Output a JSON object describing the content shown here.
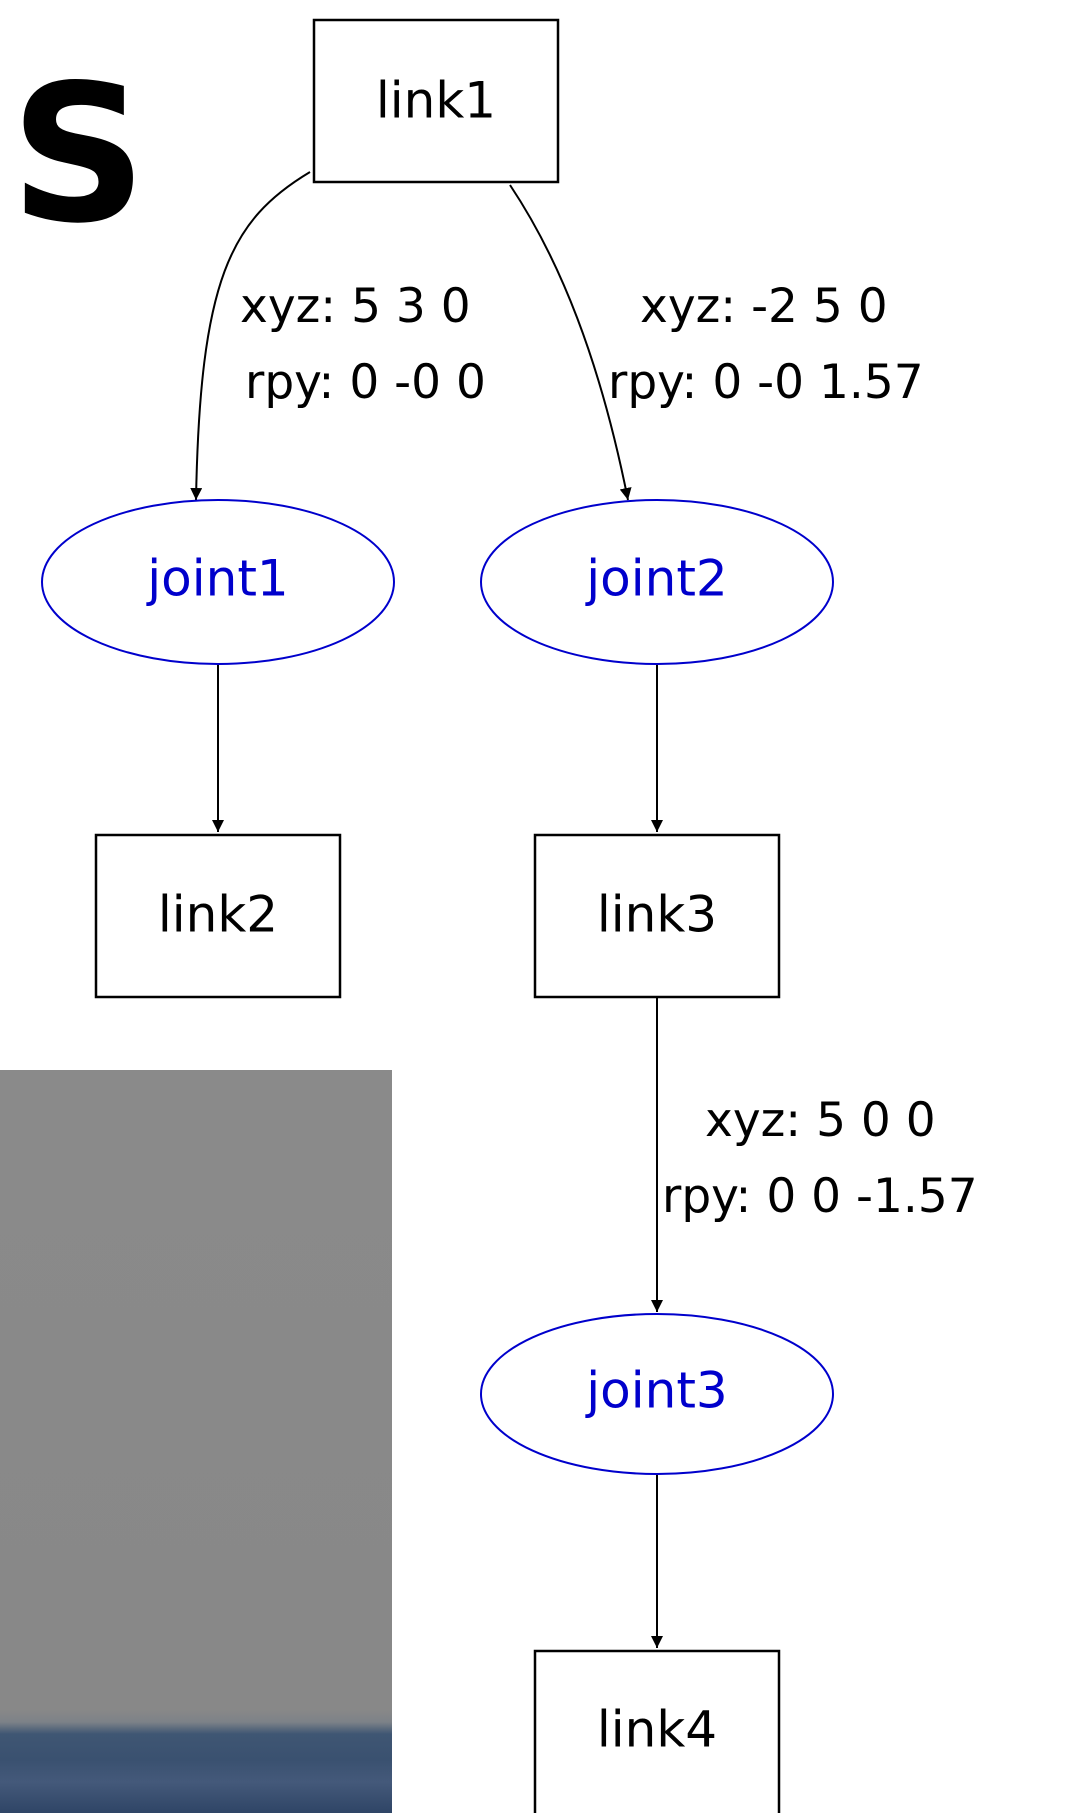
{
  "corner_letter": "S",
  "graph": {
    "links": {
      "link1": "link1",
      "link2": "link2",
      "link3": "link3",
      "link4": "link4"
    },
    "joints": {
      "joint1": "joint1",
      "joint2": "joint2",
      "joint3": "joint3"
    },
    "edge_labels": {
      "link1_joint1": {
        "xyz": "xyz: 5 3 0",
        "rpy": "rpy: 0 -0 0"
      },
      "link1_joint2": {
        "xyz": "xyz: -2 5 0",
        "rpy": "rpy: 0 -0 1.57"
      },
      "link3_joint3": {
        "xyz": "xyz: 5 0 0",
        "rpy": "rpy: 0 0 -1.57"
      }
    },
    "colors": {
      "link": "#000000",
      "joint": "#0000cc",
      "edge": "#000000"
    }
  }
}
